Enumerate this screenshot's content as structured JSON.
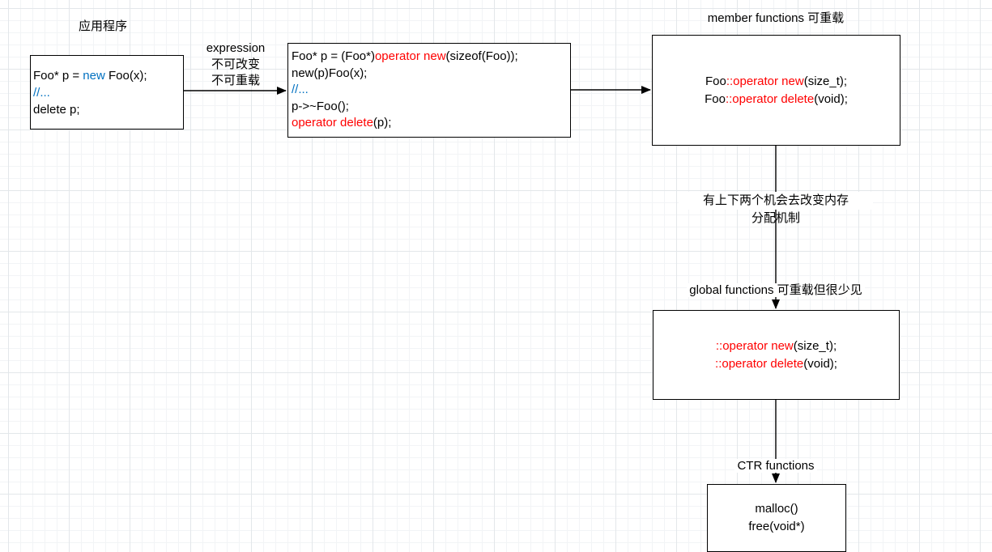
{
  "colors": {
    "keyword_red": "#ff0000",
    "keyword_blue": "#0070c0",
    "text": "#000000",
    "node_border": "#000000",
    "node_fill": "#ffffff"
  },
  "labels": {
    "app_title": "应用程序",
    "edge1": {
      "line1": "expression",
      "line2": "不可改变",
      "line3": "不可重载"
    },
    "member_title": "member functions 可重载",
    "mid_note": {
      "line1": "有上下两个机会去改变内存",
      "line2": "分配机制"
    },
    "global_title": "global functions 可重载但很少见",
    "ctr_title": "CTR functions"
  },
  "app_box": {
    "line1": {
      "a": "Foo* p = ",
      "b": "new",
      "c": " Foo(x);"
    },
    "line2": "//...",
    "line3": "delete p;"
  },
  "expr_box": {
    "line1": {
      "a": "Foo* p = (Foo*)",
      "b": "operator new",
      "c": "(sizeof(Foo));"
    },
    "line2": "new(p)Foo(x);",
    "line3": "//...",
    "line4": "p->~Foo();",
    "line5": {
      "a": "operator delete",
      "b": "(p);"
    }
  },
  "member_box": {
    "line1": {
      "a": "Foo",
      "b": "::operator new",
      "c": "(size_t);"
    },
    "line2": {
      "a": "Foo",
      "b": "::operator delete",
      "c": "(void);"
    }
  },
  "global_box": {
    "line1": {
      "a": "::operator new",
      "b": "(size_t);"
    },
    "line2": {
      "a": "::operator delete",
      "b": "(void);"
    }
  },
  "ctr_box": {
    "line1": "malloc()",
    "line2": "free(void*)"
  }
}
